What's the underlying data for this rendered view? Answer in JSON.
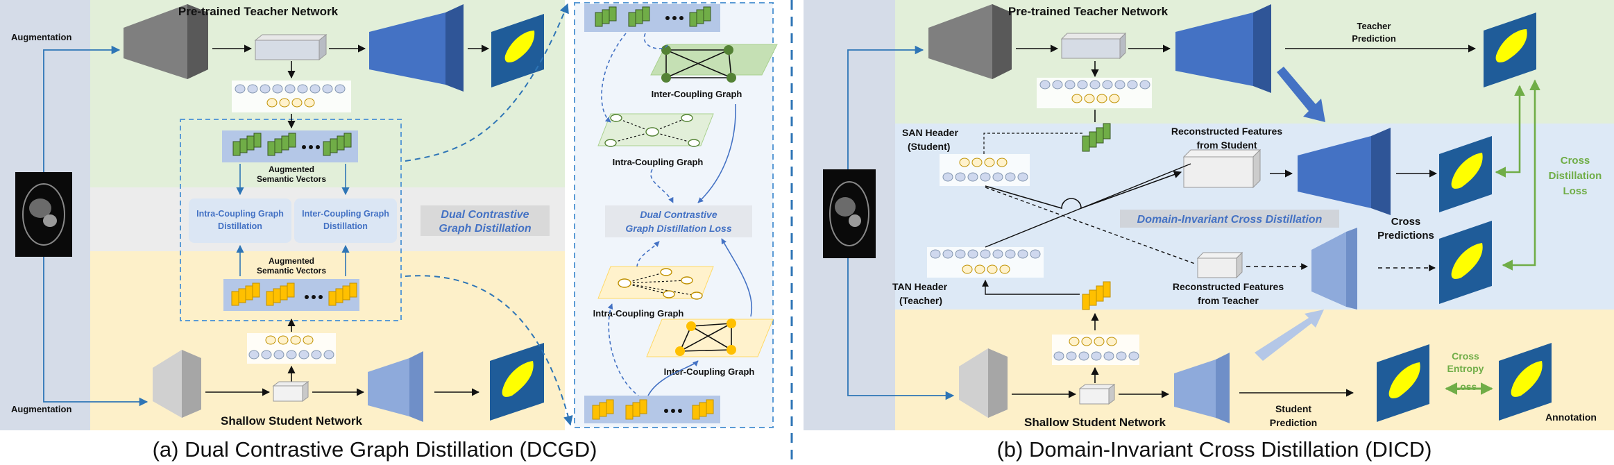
{
  "panel_a": {
    "caption": "(a) Dual Contrastive Graph Distillation (DCGD)",
    "teacher_title": "Pre-trained Teacher Network",
    "student_title": "Shallow Student Network",
    "augmentation_top": "Augmentation",
    "augmentation_bottom": "Augmentation",
    "aug_sem_vec_top": [
      "Augmented",
      "Semantic Vectors"
    ],
    "aug_sem_vec_bottom": [
      "Augmented",
      "Semantic Vectors"
    ],
    "intra_distill": [
      "Intra-Coupling Graph",
      "Distillation"
    ],
    "inter_distill": [
      "Inter-Coupling Graph",
      "Distillation"
    ],
    "dcgd_label": [
      "Dual Contrastive",
      "Graph Distillation"
    ],
    "inter_graph_top": "Inter-Coupling Graph",
    "intra_graph_top": "Intra-Coupling Graph",
    "loss_label": [
      "Dual Contrastive",
      "Graph Distillation Loss"
    ],
    "intra_graph_bottom": "Intra-Coupling Graph",
    "inter_graph_bottom": "Inter-Coupling Graph"
  },
  "panel_b": {
    "caption": "(b) Domain-Invariant Cross Distillation (DICD)",
    "teacher_title": "Pre-trained Teacher Network",
    "student_title": "Shallow Student Network",
    "teacher_prediction": [
      "Teacher",
      "Prediction"
    ],
    "san_header": [
      "SAN Header",
      "(Student)"
    ],
    "tan_header": [
      "TAN Header",
      "(Teacher)"
    ],
    "recon_student": [
      "Reconstructed Features",
      "from Student"
    ],
    "recon_teacher": [
      "Reconstructed Features",
      "from Teacher"
    ],
    "dicd_label": "Domain-Invariant Cross Distillation",
    "cross_predictions": [
      "Cross",
      "Predictions"
    ],
    "cross_distill_loss": [
      "Cross",
      "Distillation",
      "Loss"
    ],
    "cross_entropy_loss": [
      "Cross",
      "Entropy",
      "Loss"
    ],
    "student_prediction": [
      "Student",
      "Prediction"
    ],
    "annotation": "Annotation"
  },
  "colors": {
    "teacher_band": "#e2efd9",
    "student_band": "#fdf0c9",
    "middle_band_a": "#ececec",
    "middle_band_b": "#dde9f6",
    "input_column": "#d5dce8",
    "blue_net": "#4472c4",
    "light_blue_net": "#8eaadb",
    "gray_net": "#8c8c8c",
    "loss_green": "#70ad47",
    "liver_yellow": "#ffff00",
    "pred_bg": "#1f5c99"
  }
}
